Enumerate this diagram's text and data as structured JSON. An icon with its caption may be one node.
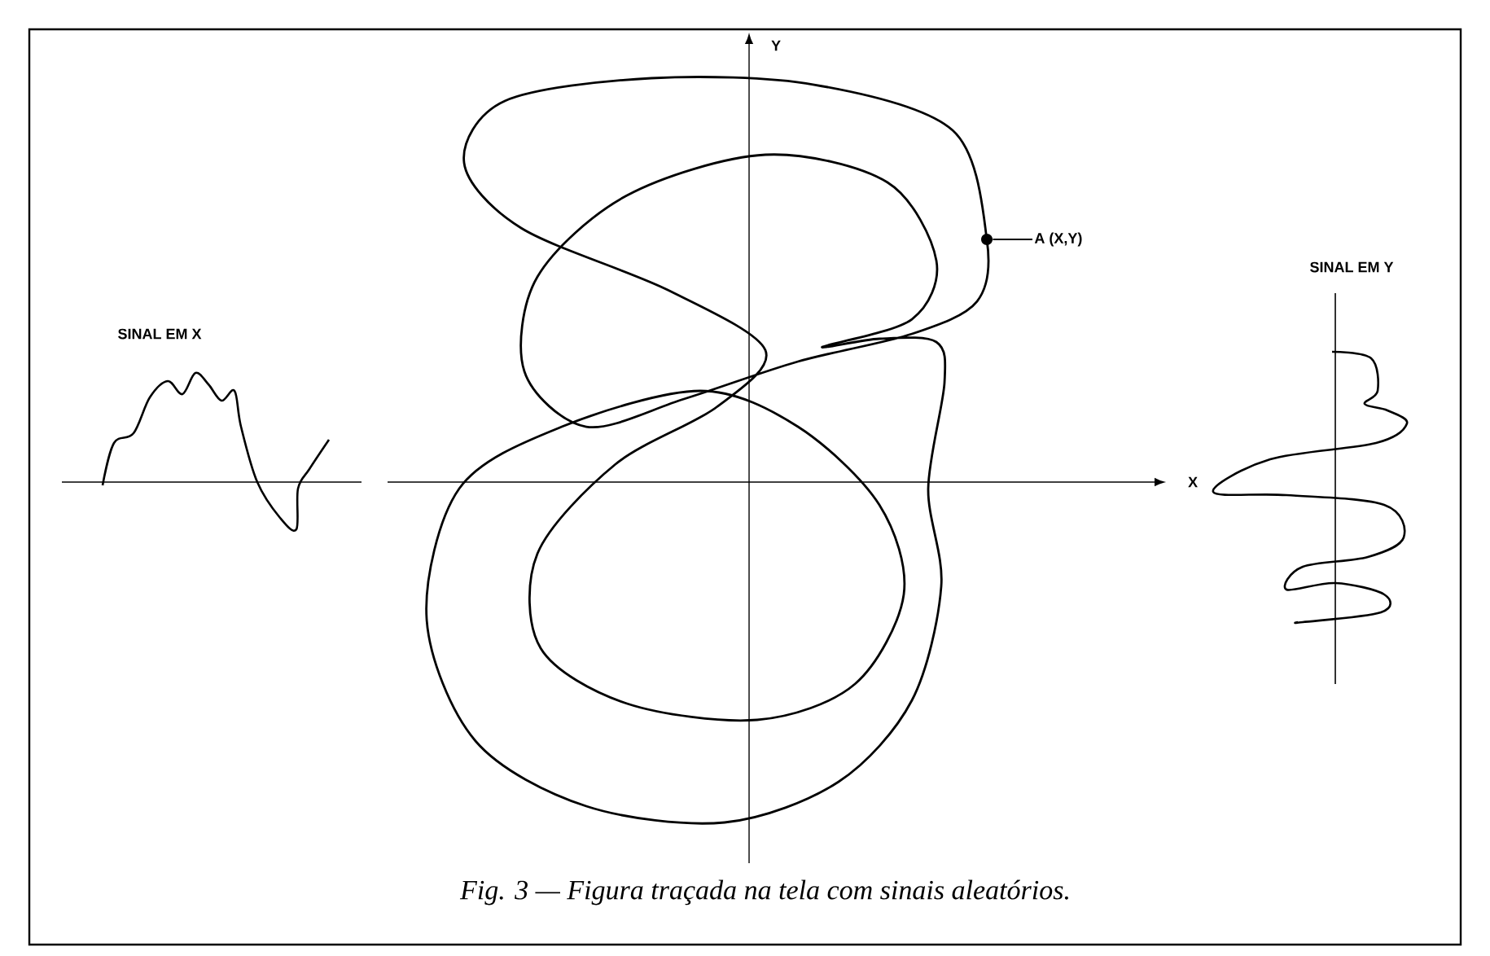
{
  "diagram": {
    "caption": "Fig. 3 — Figura traçada na tela com sinais aleatórios.",
    "nodes": [
      {
        "text": [
          "A (X,Y)"
        ]
      },
      {
        "text": [],
        "shape": "circle"
      }
    ],
    "edges": [
      {
        "from": 0,
        "to": 1,
        "arrow": "none"
      }
    ],
    "labels": [
      "Y",
      "X",
      "SINAL EM X",
      "SINAL EM Y"
    ]
  }
}
